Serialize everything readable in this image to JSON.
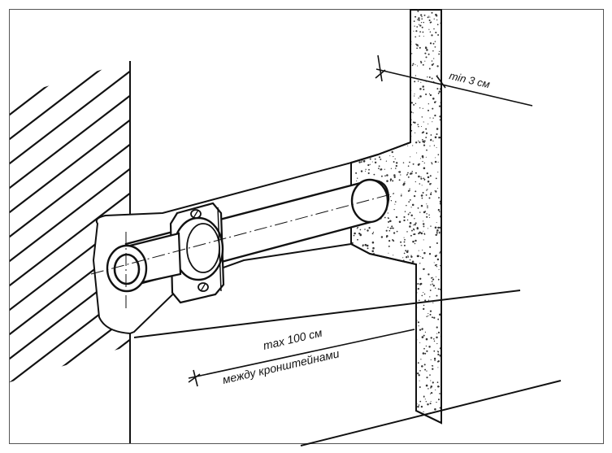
{
  "labels": {
    "min_gap": "min 3 см",
    "max_span": "max 100 см",
    "between_brackets": "между кронштейнами"
  }
}
